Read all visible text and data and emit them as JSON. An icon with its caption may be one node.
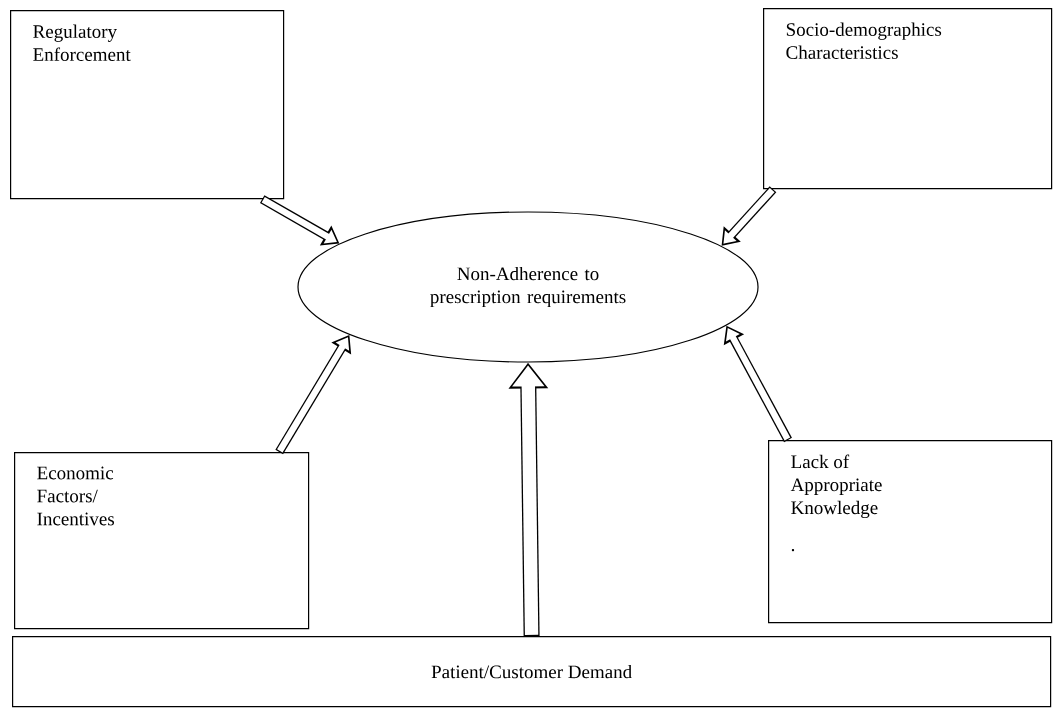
{
  "diagram": {
    "nodes": [
      {
        "text": [
          "Regulatory Enforcement"
        ]
      },
      {
        "text": [
          "Socio-demographics Characteristics"
        ]
      },
      {
        "text": [
          "Non-Adherence to prescription requirements"
        ]
      },
      {
        "text": [
          "Economic Factors/ Incentives"
        ]
      },
      {
        "text": [
          "Lack of Appropriate Knowledge",
          "."
        ]
      },
      {
        "text": [
          "Patient/Customer Demand"
        ]
      }
    ],
    "edges": [
      {
        "from": 0,
        "to": 2,
        "arrow": "to"
      },
      {
        "from": 1,
        "to": 2,
        "arrow": "to"
      },
      {
        "from": 3,
        "to": 2,
        "arrow": "to"
      },
      {
        "from": 4,
        "to": 2,
        "arrow": "to"
      },
      {
        "from": 5,
        "to": 2,
        "arrow": "to",
        "style": "thick"
      }
    ]
  }
}
